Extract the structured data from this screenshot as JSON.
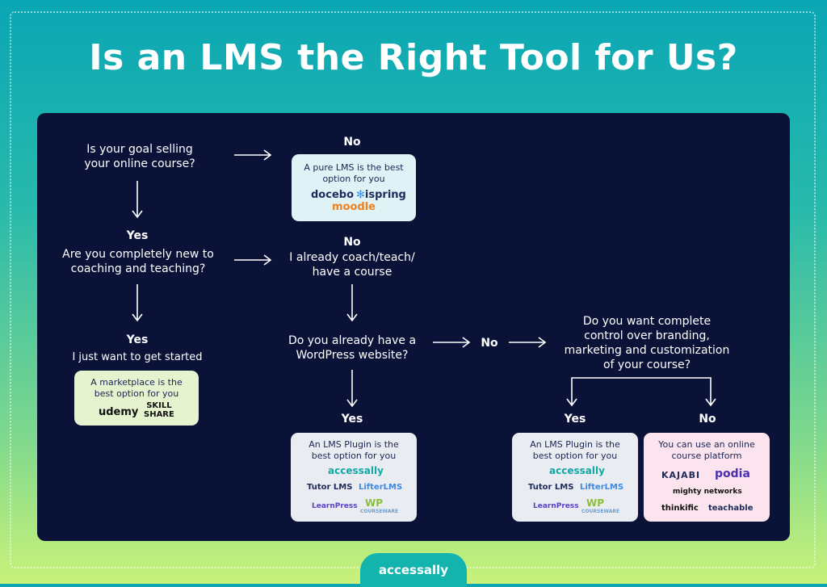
{
  "title": "Is an LMS the Right Tool for Us?",
  "nodes": {
    "q1": "Is your goal selling\nyour online course?",
    "q2": "Are you completely new to\ncoaching and teaching?",
    "q2_no": "I already coach/teach/\nhave a course",
    "q2_yes": "I just want to get started",
    "q3": "Do you already have a\nWordPress website?",
    "q4": "Do you want complete\ncontrol over branding,\nmarketing and customization\nof your course?"
  },
  "labels": {
    "no": "No",
    "yes": "Yes"
  },
  "cards": {
    "pure_lms": {
      "text": "A pure LMS is the best\noption for you",
      "logos": [
        "docebo",
        "ispring",
        "moodle"
      ]
    },
    "marketplace": {
      "text": "A marketplace is the\nbest option for you",
      "logos": [
        "udemy",
        "SKILL",
        "SHARE"
      ]
    },
    "plugin": {
      "text": "An LMS Plugin is the\nbest option for you",
      "logos": [
        "accessally",
        "Tutor LMS",
        "LifterLMS",
        "LearnPress",
        "WP",
        "COURSEWARE"
      ]
    },
    "platform": {
      "text": "You can use an online\ncourse platform",
      "logos": [
        "KAJABI",
        "podia",
        "mighty networks",
        "thinkific",
        "teachable"
      ]
    }
  },
  "footer": "accessally",
  "colors": {
    "panel": "#0b1238",
    "card_blue": "#dff3f7",
    "card_green": "#e6f3cf",
    "card_gray": "#e9edf2",
    "card_pink": "#fbe4ee"
  }
}
